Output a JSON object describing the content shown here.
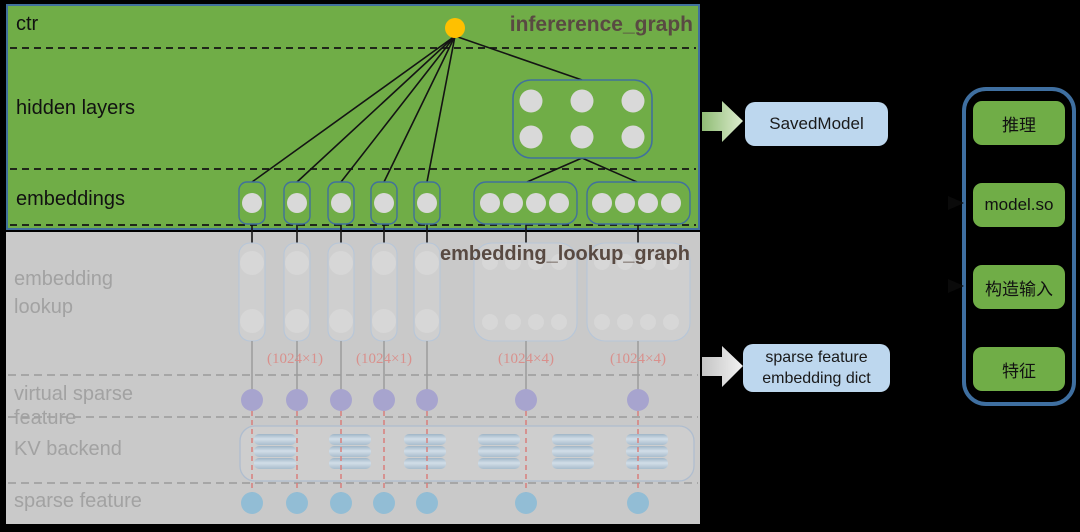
{
  "inference_graph": {
    "title": "infererence_graph",
    "row_ctr": "ctr",
    "row_hidden": "hidden layers",
    "row_embeddings": "embeddings"
  },
  "lookup_graph": {
    "title": "embedding_lookup_graph",
    "label_lookup_line1": "embedding",
    "label_lookup_line2": "lookup",
    "label_virtual_line1": "virtual sparse",
    "label_virtual_line2": "feature",
    "label_kv": "KV backend",
    "label_sparse": "sparse feature",
    "dims": [
      "(1024×1)",
      "(1024×1)",
      "(1024×4)",
      "(1024×4)"
    ]
  },
  "outputs": {
    "saved_model": "SavedModel",
    "dict_line1": "sparse feature",
    "dict_line2": "embedding dict"
  },
  "runtime_panel": {
    "items": [
      "推理",
      "model.so",
      "构造输入",
      "特征"
    ]
  },
  "icons": [
    "ctr-output-node-icon",
    "neuron-icon",
    "database-icon",
    "export-arrow-green-icon",
    "export-arrow-gray-icon",
    "panel-arrowhead-icon"
  ],
  "colors": {
    "graph_green": "#70AD47",
    "graph_gray": "#C9C9C9",
    "box_border_blue": "#41719C",
    "panel_border_blue": "#3F6FA0",
    "highlight_orange": "#FFC000",
    "output_box_blue": "#BDD7EE",
    "annotation_salmon": "#D9908C",
    "virtual_node_purple": "#A7A4CE",
    "sparse_node_blue": "#92BDD5",
    "title_brown": "#594A42"
  }
}
